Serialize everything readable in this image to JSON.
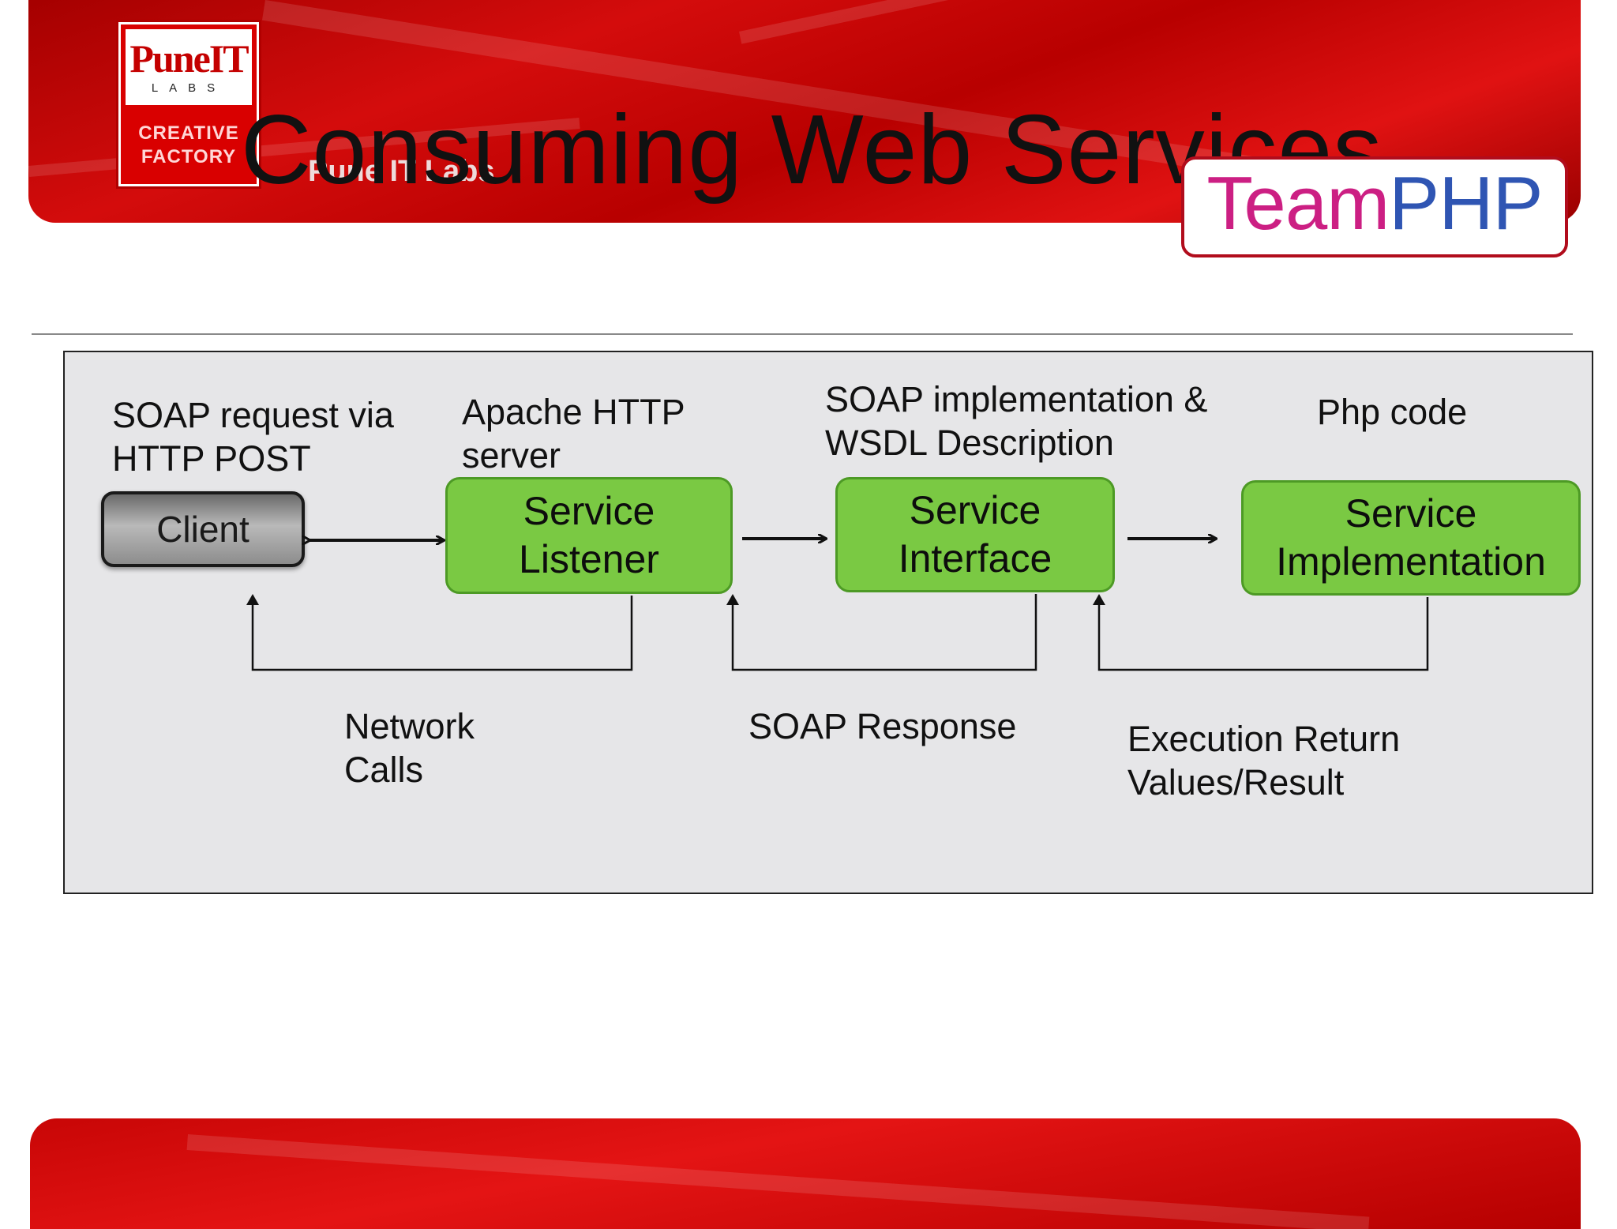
{
  "header": {
    "title": "Consuming Web Services",
    "watermark": "Pune IT Labs",
    "logo": {
      "brand": "PuneIT",
      "sub": "LABS",
      "line1": "CREATIVE",
      "line2": "FACTORY"
    },
    "badge": {
      "part1": "Team",
      "part2": "PHP"
    }
  },
  "diagram": {
    "labels": {
      "soap_request_1": "SOAP request via",
      "soap_request_2": "HTTP POST",
      "apache_1": "Apache HTTP",
      "apache_2": "server",
      "soap_impl_1": "SOAP implementation &",
      "soap_impl_2": "WSDL Description",
      "php_code": "Php code",
      "network_1": "Network",
      "network_2": "Calls",
      "soap_response": "SOAP Response",
      "exec_1": "Execution Return",
      "exec_2": "Values/Result"
    },
    "nodes": {
      "client": "Client",
      "listener_1": "Service",
      "listener_2": "Listener",
      "interface_1": "Service",
      "interface_2": "Interface",
      "impl_1": "Service",
      "impl_2": "Implementation"
    }
  },
  "colors": {
    "header_red": "#d40c0c",
    "node_green": "#7ac943",
    "panel_gray": "#e6e6e8",
    "team_pink": "#cc1f83",
    "php_blue": "#2f55b3"
  }
}
